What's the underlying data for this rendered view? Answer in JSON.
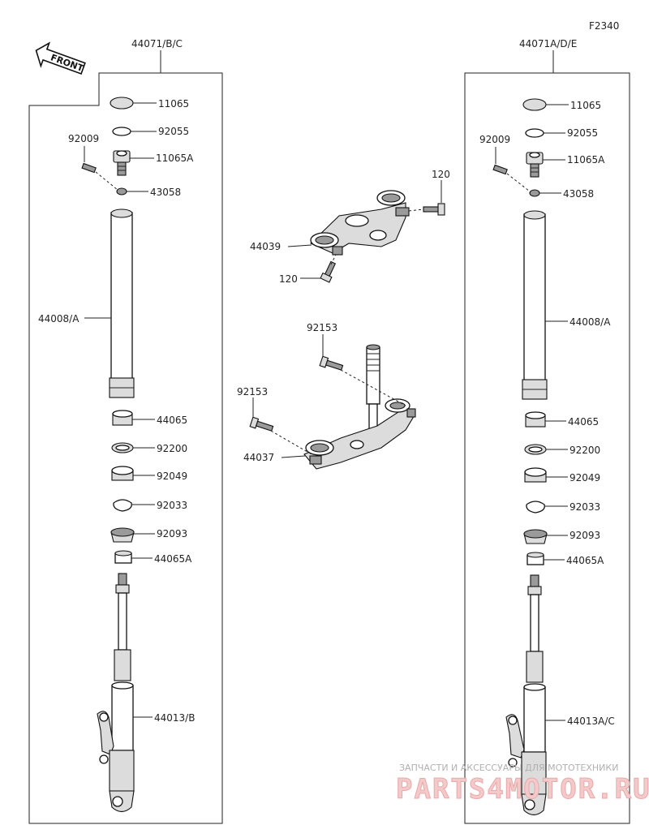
{
  "figure_code": "F2340",
  "front_arrow_label": "FRONT",
  "left_assembly": {
    "title": "44071/B/C",
    "labels": {
      "cap": "11065",
      "oring": "92055",
      "bolt_top": "11065A",
      "screw": "92009",
      "washer": "43058",
      "outer_tube": "44008/A",
      "bushing": "44065",
      "washer2": "92200",
      "oil_seal": "92049",
      "circlip": "92033",
      "dust_seal": "92093",
      "guide_bushing": "44065A",
      "inner_tube": "44013/B"
    }
  },
  "right_assembly": {
    "title": "44071A/D/E",
    "labels": {
      "cap": "11065",
      "oring": "92055",
      "bolt_top": "11065A",
      "screw": "92009",
      "washer": "43058",
      "outer_tube": "44008/A",
      "bushing": "44065",
      "washer2": "92200",
      "oil_seal": "92049",
      "circlip": "92033",
      "dust_seal": "92093",
      "guide_bushing": "44065A",
      "inner_tube": "44013A/C"
    }
  },
  "center": {
    "upper_bracket": "44039",
    "bolt_upper": "120",
    "bolt_lower": "120",
    "lower_bracket": "44037",
    "bolt_a": "92153",
    "bolt_b": "92153"
  },
  "watermark": {
    "line1": "ЗАПЧАСТИ И АКСЕССУАРЫ ДЛЯ МОТОТЕХНИКИ",
    "line2": "PARTS4MOTOR.RU"
  }
}
